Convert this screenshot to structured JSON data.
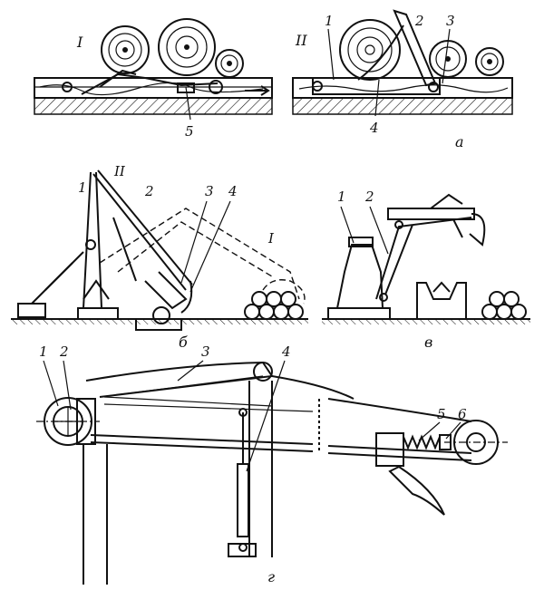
{
  "panels": {
    "a": {
      "letter": "а",
      "variants": [
        "I",
        "II"
      ],
      "labels": [
        "1",
        "2",
        "3",
        "4",
        "5"
      ]
    },
    "b": {
      "letter": "б",
      "positions": [
        "II",
        "I"
      ],
      "labels": [
        "1",
        "2",
        "3",
        "4"
      ]
    },
    "v": {
      "letter": "в",
      "labels": [
        "1",
        "2"
      ]
    },
    "g": {
      "letter": "г",
      "labels": [
        "1",
        "2",
        "3",
        "4",
        "5",
        "6"
      ]
    }
  }
}
